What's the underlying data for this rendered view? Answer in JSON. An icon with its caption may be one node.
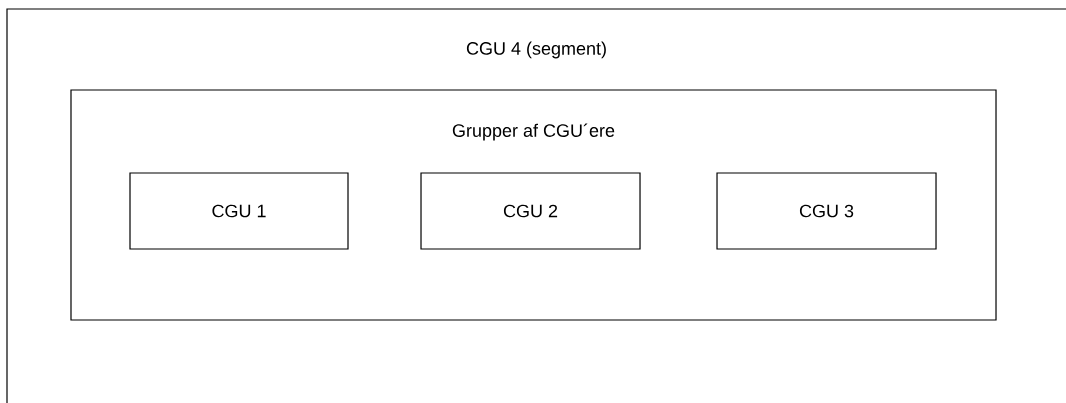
{
  "diagram": {
    "nodes": [
      {
        "text": [
          "CGU 4 (segment)"
        ]
      },
      {
        "text": [
          "Grupper af CGU´ere"
        ],
        "in": 0
      },
      {
        "text": [
          "CGU 1"
        ],
        "in": 1
      },
      {
        "text": [
          "CGU 2"
        ],
        "in": 1
      },
      {
        "text": [
          "CGU 3"
        ],
        "in": 1
      }
    ]
  }
}
